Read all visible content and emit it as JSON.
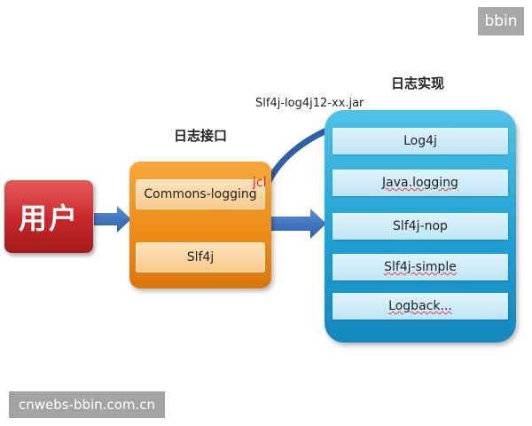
{
  "watermarks": {
    "top_right": "bbin",
    "bottom_left": "cnwebs-bbin.com.cn"
  },
  "user_label": "用户",
  "interface": {
    "heading": "日志接口",
    "items": [
      "Commons-logging",
      "Slf4j"
    ],
    "jcl_label": "jcl"
  },
  "bridge_label": "Slf4j-log4j12-xx.jar",
  "implementation": {
    "heading": "日志实现",
    "items": [
      "Log4j",
      "Java.logging",
      "Slf4j-nop",
      "Slf4j-simple",
      "Logback..."
    ]
  },
  "colors": {
    "user": "#c7282a",
    "interface": "#ec8a15",
    "implementation": "#23a3d6",
    "arrow": "#3a6fb8",
    "jcl": "#e02020"
  }
}
